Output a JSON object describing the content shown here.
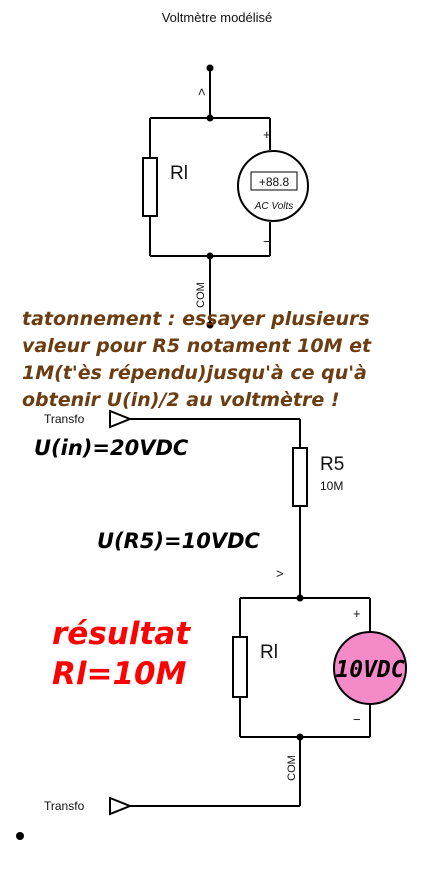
{
  "title": "Voltmètre modélisé",
  "top_circuit": {
    "node_v": ">",
    "node_com": "COM",
    "resistor_label": "Rl",
    "meter_display": "+88.8",
    "meter_mode": "AC Volts",
    "plus": "+",
    "minus": "−"
  },
  "instructions": {
    "line1": "tatonnement : essayer plusieurs",
    "line2": "valeur pour R5 notament 10M et",
    "line3": "1M(t'ès répendu)jusqu'à ce qu'à",
    "line4": "obtenir U(in)/2 au voltmètre !",
    "color": "#6b3d10"
  },
  "bottom_circuit": {
    "source_top": "Transfo",
    "source_bottom": "Transfo",
    "u_in": "U(in)=20VDC",
    "u_r5": "U(R5)=10VDC",
    "r5_name": "R5",
    "r5_value": "10M",
    "node_v": ">",
    "node_com": "COM",
    "resistor_label": "Rl",
    "meter_reading": "10VDC",
    "meter_color": "#f58ac8",
    "plus": "+",
    "minus": "−"
  },
  "result": {
    "line1": "résultat",
    "line2": "Rl=10M",
    "color": "#ff0000"
  }
}
